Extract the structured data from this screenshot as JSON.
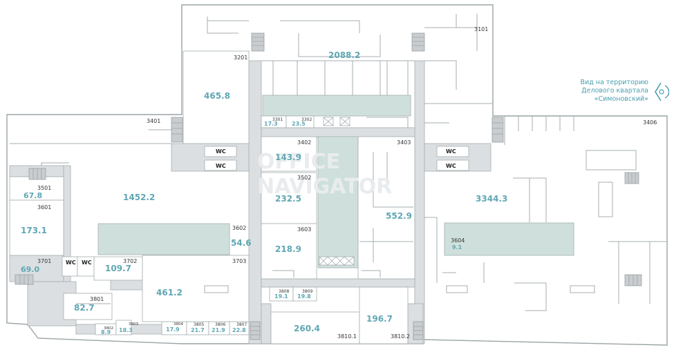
{
  "title_note": {
    "line1": "Вид на территорию",
    "line2": "Делового квартала",
    "line3": "«Симоновский»"
  },
  "watermark": {
    "line1": "OFFICE",
    "line2": "NAVIGATOR"
  },
  "wc_label": "WC",
  "rooms": [
    {
      "id": "3101",
      "number": "3101",
      "area": "2088.2"
    },
    {
      "id": "3201",
      "number": "3201",
      "area": "465.8"
    },
    {
      "id": "3301",
      "number": "3301",
      "area": "17.3"
    },
    {
      "id": "3302",
      "number": "3302",
      "area": "23.5"
    },
    {
      "id": "3401",
      "number": "3401",
      "area": "1452.2"
    },
    {
      "id": "3402",
      "number": "3402",
      "area": "143.9"
    },
    {
      "id": "3403",
      "number": "3403",
      "area": "552.9"
    },
    {
      "id": "3406",
      "number": "3406",
      "area": "3344.3"
    },
    {
      "id": "3501",
      "number": "3501",
      "area": "67.8"
    },
    {
      "id": "3502",
      "number": "3502",
      "area": "232.5"
    },
    {
      "id": "3601",
      "number": "3601",
      "area": "173.1"
    },
    {
      "id": "3602",
      "number": "3602",
      "area": "54.6"
    },
    {
      "id": "3603",
      "number": "3603",
      "area": "218.9"
    },
    {
      "id": "3604",
      "number": "3604",
      "area": "9.1"
    },
    {
      "id": "3701",
      "number": "3701",
      "area": "69.0"
    },
    {
      "id": "3702",
      "number": "3702",
      "area": "109.7"
    },
    {
      "id": "3703",
      "number": "3703",
      "area": "461.2"
    },
    {
      "id": "3801",
      "number": "3801",
      "area": "82.7"
    },
    {
      "id": "3802",
      "number": "3802",
      "area": "8.9"
    },
    {
      "id": "3803",
      "number": "3803",
      "area": "18.3"
    },
    {
      "id": "3804",
      "number": "3804",
      "area": "17.9"
    },
    {
      "id": "3805",
      "number": "3805",
      "area": "21.7"
    },
    {
      "id": "3806",
      "number": "3806",
      "area": "21.9"
    },
    {
      "id": "3807",
      "number": "3807",
      "area": "22.8"
    },
    {
      "id": "3808",
      "number": "3808",
      "area": "19.1"
    },
    {
      "id": "3809",
      "number": "3809",
      "area": "19.8"
    },
    {
      "id": "3810",
      "number": "",
      "area": "260.4"
    },
    {
      "id": "3810.1",
      "number": "3810.1",
      "area": ""
    },
    {
      "id": "3810.2",
      "number": "3810.2",
      "area": "196.7"
    }
  ]
}
